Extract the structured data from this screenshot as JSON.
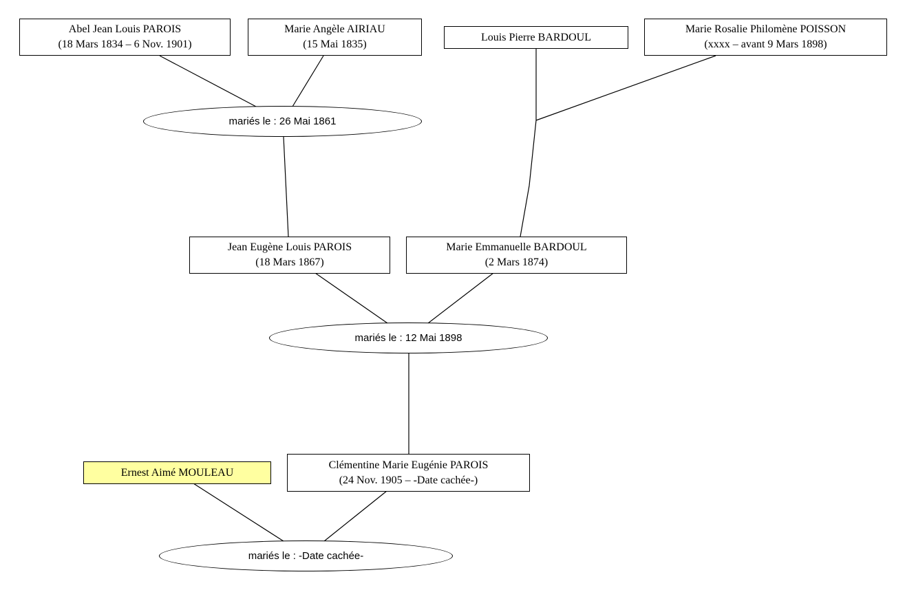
{
  "colors": {
    "line": "#000000",
    "box_bg": "#ffffff",
    "highlight_bg": "#ffffa0"
  },
  "persons": {
    "abel": {
      "name": "Abel Jean Louis PAROIS",
      "dates": "(18 Mars 1834 – 6 Nov. 1901)"
    },
    "angele": {
      "name": "Marie Angèle AIRIAU",
      "dates": "(15 Mai 1835)"
    },
    "louis": {
      "name": "Louis Pierre BARDOUL",
      "dates": ""
    },
    "rosalie": {
      "name": "Marie Rosalie Philomène POISSON",
      "dates": "(xxxx – avant 9 Mars 1898)"
    },
    "jean": {
      "name": "Jean Eugène Louis PAROIS",
      "dates": "(18 Mars 1867)"
    },
    "emmanuelle": {
      "name": "Marie Emmanuelle BARDOUL",
      "dates": "(2 Mars 1874)"
    },
    "ernest": {
      "name": "Ernest Aimé MOULEAU",
      "dates": ""
    },
    "clementine": {
      "name": "Clémentine Marie Eugénie PAROIS",
      "dates": "(24 Nov. 1905 – -Date cachée-)"
    }
  },
  "marriages": {
    "m1": {
      "label": "mariés le : 26 Mai 1861"
    },
    "m2": {
      "label": "mariés le : 12 Mai 1898"
    },
    "m3": {
      "label": "mariés le : -Date cachée-"
    }
  }
}
